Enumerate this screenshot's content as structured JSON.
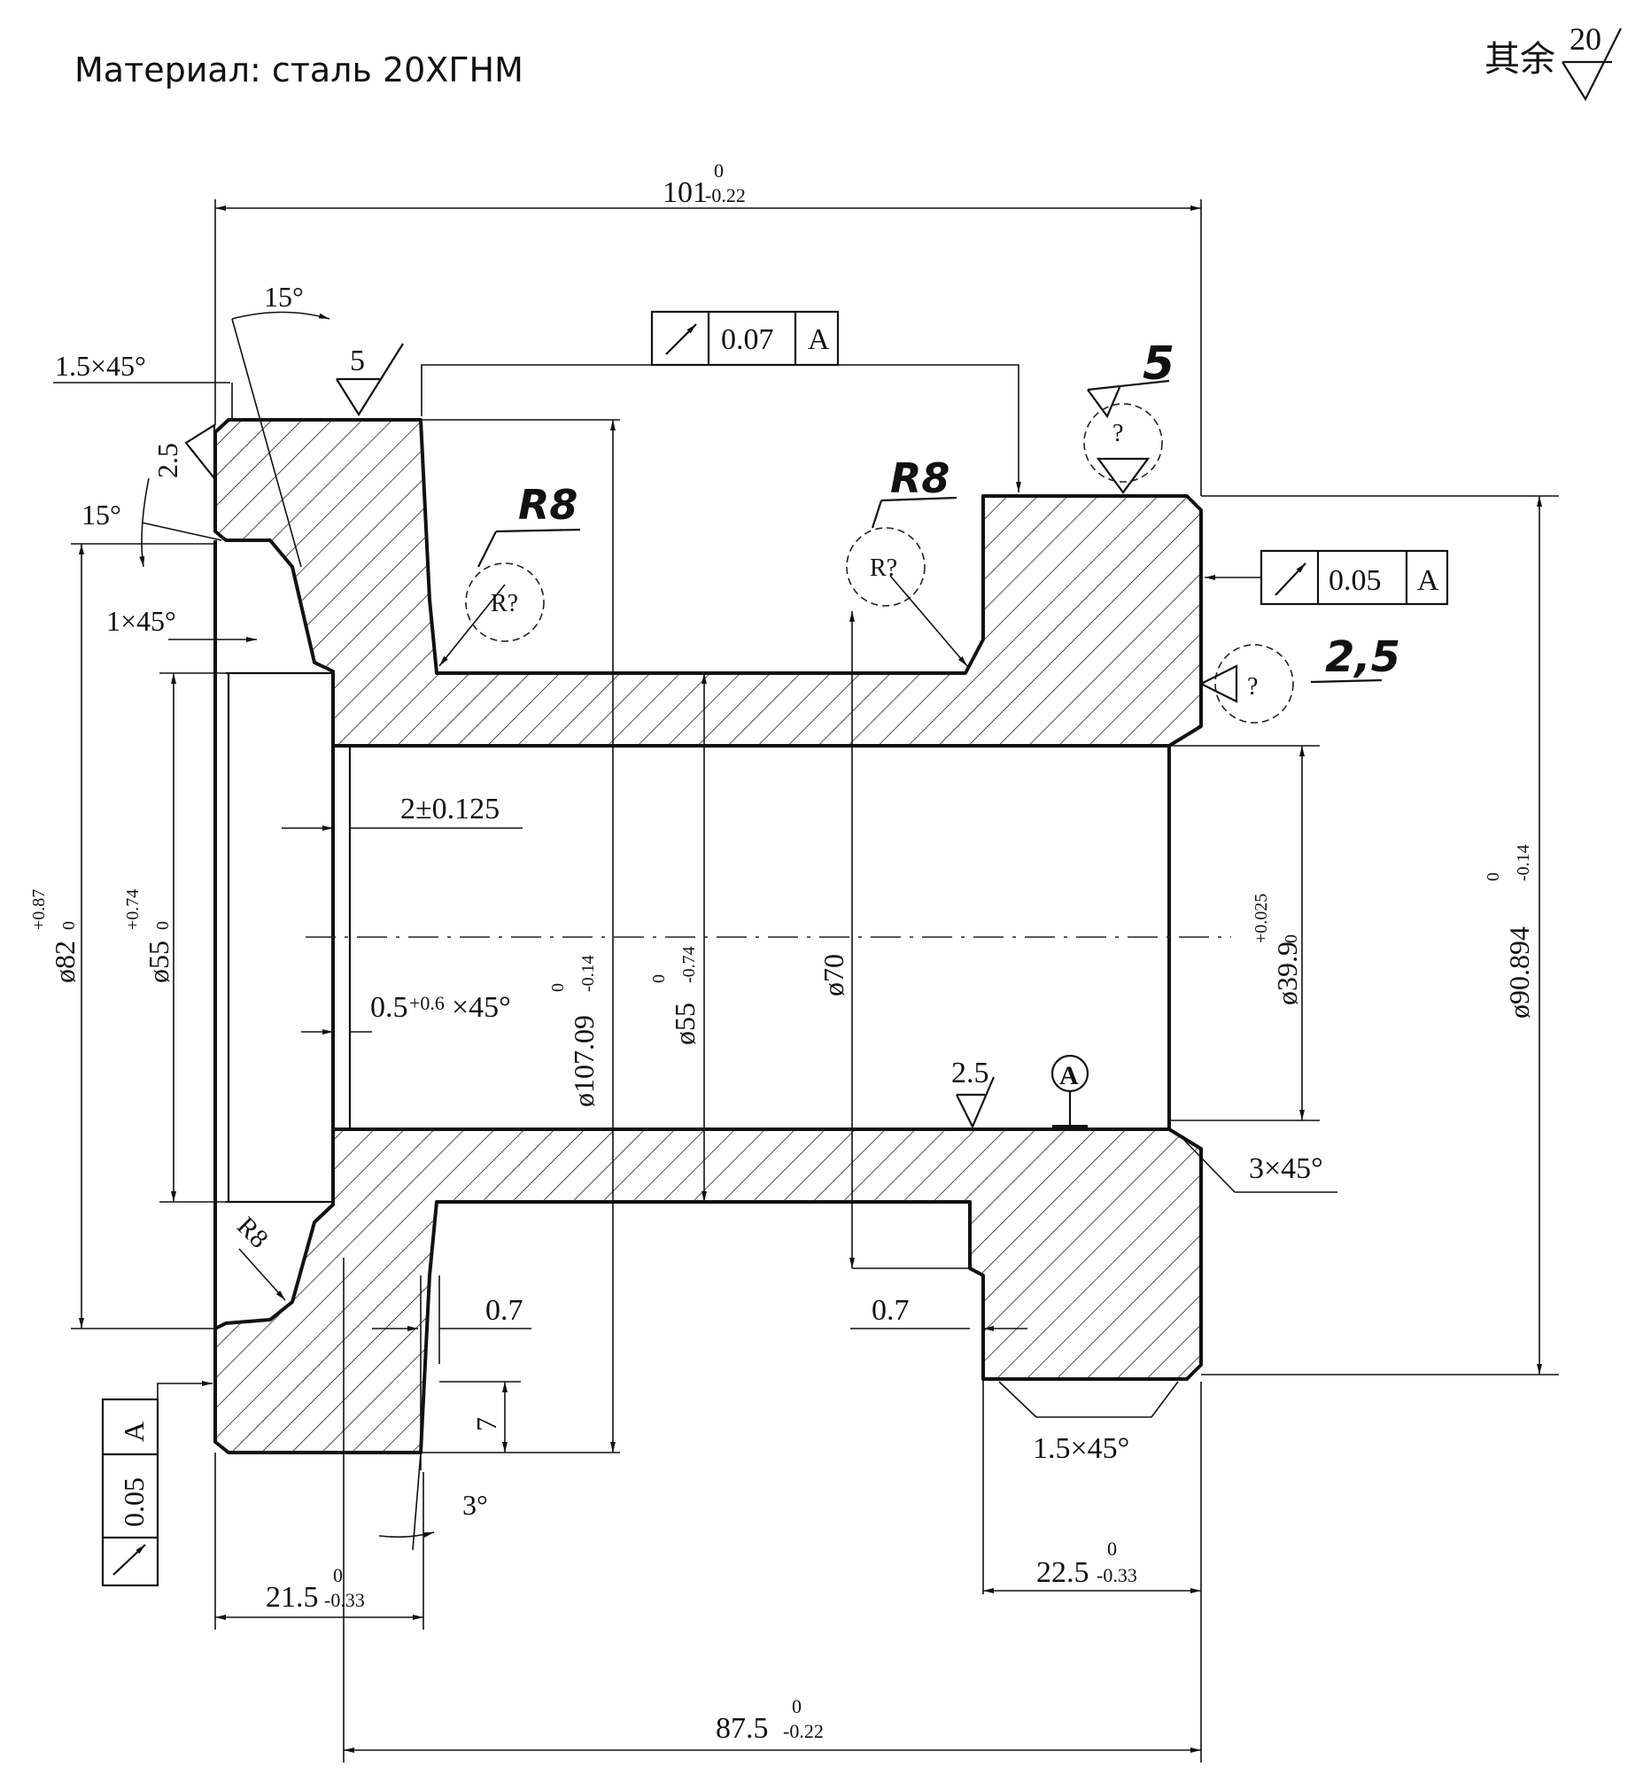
{
  "header": {
    "material": "Материал: сталь 20ХГНМ",
    "roughness_rest": {
      "prefix": "其余",
      "value": "20"
    }
  },
  "dimensions": {
    "overall_length": {
      "nominal": "101",
      "upper": "0",
      "lower": "-0.22"
    },
    "bottom_length": {
      "nominal": "87.5",
      "upper": "0",
      "lower": "-0.22"
    },
    "left_flange": {
      "nominal": "21.5",
      "upper": "0",
      "lower": "-0.33"
    },
    "right_flange": {
      "nominal": "22.5",
      "upper": "0",
      "lower": "-0.33"
    },
    "d82": {
      "nominal": "ø82",
      "upper": "+0.87",
      "lower": "0"
    },
    "d55_counterbore": {
      "nominal": "ø55",
      "upper": "+0.74",
      "lower": "0"
    },
    "d107": {
      "nominal": "ø107.09",
      "upper": "0",
      "lower": "-0.14"
    },
    "d55_neck": {
      "nominal": "ø55",
      "upper": "0",
      "lower": "-0.74"
    },
    "d70": {
      "nominal": "ø70"
    },
    "d39": {
      "nominal": "ø39.9",
      "upper": "+0.025",
      "lower": "0"
    },
    "d90": {
      "nominal": "ø90.894",
      "upper": "0",
      "lower": "-0.14"
    },
    "groove_width": "2±0.125",
    "groove_chamfer": {
      "base": "0.5",
      "tol": "+0.6",
      "suffix": "×45°"
    },
    "chamfer_1_5_top": "1.5×45°",
    "chamfer_1": "1×45°",
    "chamfer_3": "3×45°",
    "chamfer_1_5_bottom": "1.5×45°",
    "angle_15_top": "15°",
    "angle_15_side": "15°",
    "angle_3": "3°",
    "r8_bottom": "R8",
    "undercut_left": "0.7",
    "undercut_right": "0.7",
    "height_7": "7"
  },
  "roughness": {
    "r5_top": "5",
    "r2_5_left": "2.5",
    "r2_5_bore": "2.5",
    "hand_5": "5",
    "hand_2_5": "2,5",
    "question": "?"
  },
  "radii": {
    "hand_r8_left": "R8",
    "hand_r8_right": "R8",
    "circle_label": "R?"
  },
  "tolerance_frames": {
    "top": {
      "value": "0.07",
      "datum": "A"
    },
    "right": {
      "value": "0.05",
      "datum": "A"
    },
    "left": {
      "value": "0.05",
      "datum": "A"
    }
  },
  "datum": {
    "label": "A"
  }
}
